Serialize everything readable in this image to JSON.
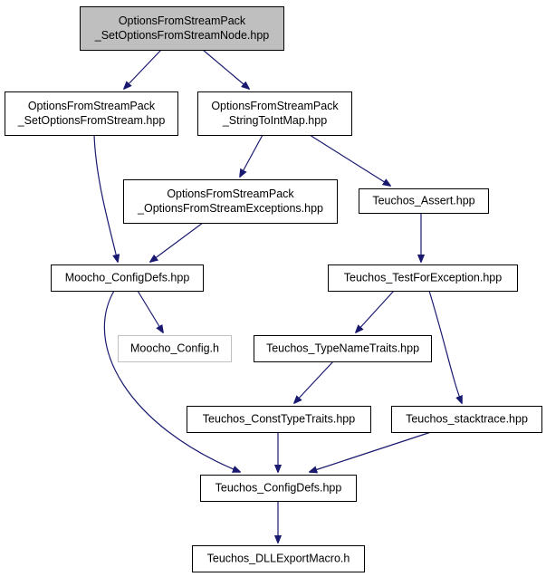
{
  "nodes": [
    {
      "id": "n0",
      "lines": [
        "OptionsFromStreamPack",
        "_SetOptionsFromStreamNode.hpp"
      ],
      "style": "root"
    },
    {
      "id": "n1",
      "lines": [
        "OptionsFromStreamPack",
        "_SetOptionsFromStream.hpp"
      ],
      "style": "normal"
    },
    {
      "id": "n2",
      "lines": [
        "OptionsFromStreamPack",
        "_StringToIntMap.hpp"
      ],
      "style": "normal"
    },
    {
      "id": "n3",
      "lines": [
        "OptionsFromStreamPack",
        "_OptionsFromStreamExceptions.hpp"
      ],
      "style": "normal"
    },
    {
      "id": "n4",
      "lines": [
        "Teuchos_Assert.hpp"
      ],
      "style": "normal"
    },
    {
      "id": "n5",
      "lines": [
        "Moocho_ConfigDefs.hpp"
      ],
      "style": "normal"
    },
    {
      "id": "n6",
      "lines": [
        "Teuchos_TestForException.hpp"
      ],
      "style": "normal"
    },
    {
      "id": "n7",
      "lines": [
        "Moocho_Config.h"
      ],
      "style": "missing"
    },
    {
      "id": "n8",
      "lines": [
        "Teuchos_TypeNameTraits.hpp"
      ],
      "style": "normal"
    },
    {
      "id": "n9",
      "lines": [
        "Teuchos_ConstTypeTraits.hpp"
      ],
      "style": "normal"
    },
    {
      "id": "n10",
      "lines": [
        "Teuchos_stacktrace.hpp"
      ],
      "style": "normal"
    },
    {
      "id": "n11",
      "lines": [
        "Teuchos_ConfigDefs.hpp"
      ],
      "style": "normal"
    },
    {
      "id": "n12",
      "lines": [
        "Teuchos_DLLExportMacro.h"
      ],
      "style": "normal"
    }
  ],
  "edges": [
    {
      "from": "n0",
      "to": "n1"
    },
    {
      "from": "n0",
      "to": "n2"
    },
    {
      "from": "n1",
      "to": "n5"
    },
    {
      "from": "n2",
      "to": "n3"
    },
    {
      "from": "n2",
      "to": "n4"
    },
    {
      "from": "n3",
      "to": "n5"
    },
    {
      "from": "n4",
      "to": "n6"
    },
    {
      "from": "n5",
      "to": "n7"
    },
    {
      "from": "n5",
      "to": "n11"
    },
    {
      "from": "n6",
      "to": "n8"
    },
    {
      "from": "n6",
      "to": "n10"
    },
    {
      "from": "n8",
      "to": "n9"
    },
    {
      "from": "n9",
      "to": "n11"
    },
    {
      "from": "n10",
      "to": "n11"
    },
    {
      "from": "n11",
      "to": "n12"
    }
  ],
  "colors": {
    "edge": "#191970",
    "root_fill": "#bfbfbf",
    "missing_border": "#bfbfbf",
    "border": "#000000"
  }
}
